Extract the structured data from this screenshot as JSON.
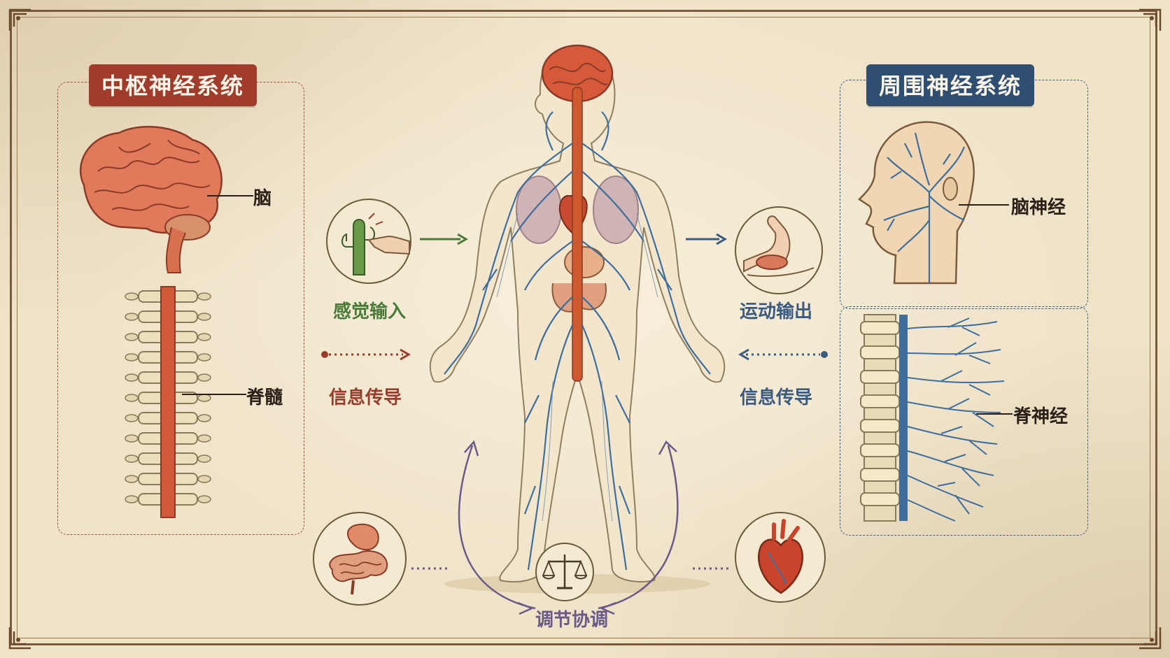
{
  "cns": {
    "title": "中枢神经系统",
    "brain_label": "脑",
    "spinal_cord_label": "脊髓"
  },
  "pns": {
    "title": "周围神经系统",
    "cranial_nerves_label": "脑神经",
    "spinal_nerves_label": "脊神经"
  },
  "flows": {
    "sensory_input": "感觉输入",
    "motor_output": "运动输出",
    "signal_left": "信息传导",
    "signal_right": "信息传导",
    "regulation": "调节协调"
  },
  "colors": {
    "parchment": "#efe3c8",
    "cns_accent": "#a13c2c",
    "pns_accent": "#2f4f72",
    "nerve_blue": "#3e6e9e",
    "cord_red": "#c8552f",
    "sensory_green": "#4a7a38",
    "regulation_purple": "#6a5a8a"
  },
  "icons": [
    "brain-icon",
    "spine-icon",
    "cactus-touch-icon",
    "flexed-arm-icon",
    "digestive-organs-icon",
    "heart-icon",
    "balance-scale-icon",
    "head-nerves-icon",
    "spinal-nerves-icon",
    "human-body-nervous-system"
  ]
}
